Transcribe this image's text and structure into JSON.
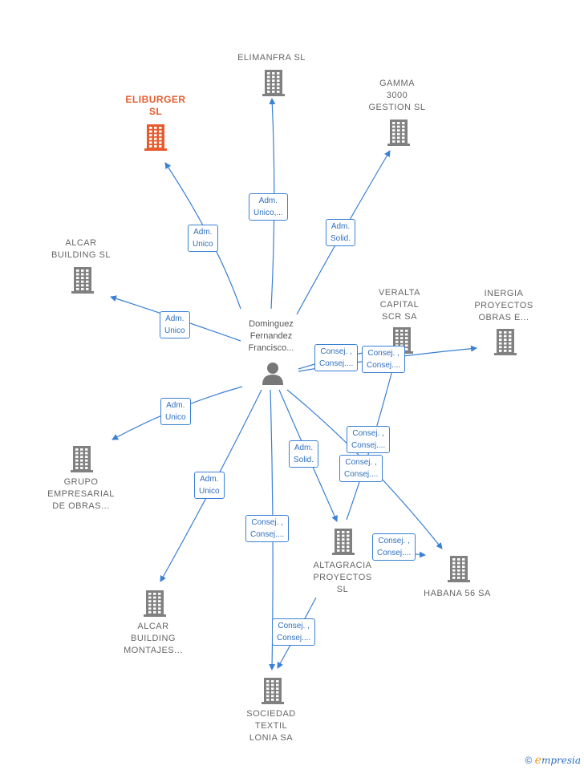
{
  "person": {
    "name": "Dominguez\nFernandez\nFrancisco..."
  },
  "companies": [
    {
      "id": "eliburger",
      "label": "ELIBURGER\nSL",
      "main": true
    },
    {
      "id": "elimanfra",
      "label": "ELIMANFRA  SL"
    },
    {
      "id": "gamma",
      "label": "GAMMA\n3000\nGESTION SL"
    },
    {
      "id": "alcar-building",
      "label": "ALCAR\nBUILDING  SL"
    },
    {
      "id": "veralta",
      "label": "VERALTA\nCAPITAL\nSCR SA"
    },
    {
      "id": "inergia",
      "label": "INERGIA\nPROYECTOS\nOBRAS E..."
    },
    {
      "id": "grupo",
      "label": "GRUPO\nEMPRESARIAL\nDE OBRAS..."
    },
    {
      "id": "altagracia",
      "label": "ALTAGRACIA\nPROYECTOS\nSL"
    },
    {
      "id": "habana",
      "label": "HABANA 56 SA"
    },
    {
      "id": "alcar-montajes",
      "label": "ALCAR\nBUILDING\nMONTAJES..."
    },
    {
      "id": "sociedad",
      "label": "SOCIEDAD\nTEXTIL\nLONIA SA"
    }
  ],
  "edge_labels": [
    {
      "id": "e-eliburger",
      "text": "Adm.\nUnico"
    },
    {
      "id": "e-elimanfra",
      "text": "Adm.\nUnico,..."
    },
    {
      "id": "e-gamma",
      "text": "Adm.\nSolid."
    },
    {
      "id": "e-alcar",
      "text": "Adm.\nUnico"
    },
    {
      "id": "e-veralta",
      "text": "Consej. ,\nConsej...."
    },
    {
      "id": "e-inergia",
      "text": "Consej. ,\nConsej...."
    },
    {
      "id": "e-grupo",
      "text": "Adm.\nUnico"
    },
    {
      "id": "e-altagracia",
      "text": "Adm.\nSolid."
    },
    {
      "id": "e-veralta2",
      "text": "Consej. ,\nConsej...."
    },
    {
      "id": "e-habana",
      "text": "Consej. ,\nConsej...."
    },
    {
      "id": "e-habana2",
      "text": "Consej. ,\nConsej...."
    },
    {
      "id": "e-montajes",
      "text": "Adm.\nUnico"
    },
    {
      "id": "e-sociedad",
      "text": "Consej. ,\nConsej...."
    },
    {
      "id": "e-sociedad2",
      "text": "Consej. ,\nConsej...."
    }
  ],
  "footer": {
    "copyright": "©",
    "brand_e": "e",
    "brand_rest": "mpresia"
  },
  "colors": {
    "edge": "#3a80d4",
    "building": "#808080",
    "main_building": "#e65c2e"
  }
}
